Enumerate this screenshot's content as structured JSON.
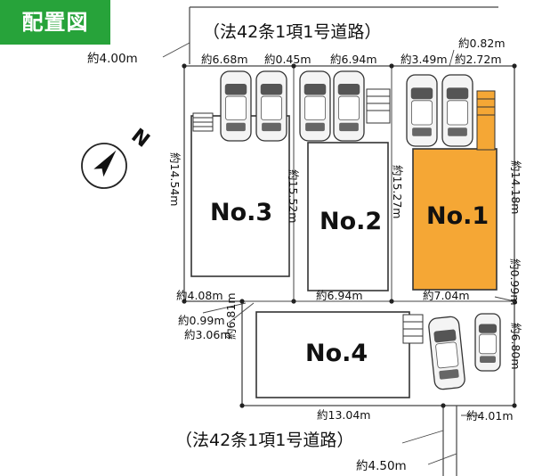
{
  "title": "配置図",
  "compass_label": "N",
  "roads": {
    "north": "（法42条1項1号道路）",
    "south": "（法42条1項1号道路）"
  },
  "lots": {
    "no1": "No.1",
    "no2": "No.2",
    "no3": "No.3",
    "no4": "No.4"
  },
  "colors": {
    "title_badge": "#27a33a",
    "highlight_lot": "#f5a735",
    "lot_border": "#333333",
    "outline": "#444444"
  },
  "dimensions": {
    "road_width_north": "約4.00m",
    "no3_top": "約6.68m",
    "gap_no3_no2": "約0.45m",
    "no2_top": "約6.94m",
    "no1_top": "約3.49m",
    "no1_top_small": "約0.82m",
    "no1_top_right": "約2.72m",
    "no3_side": "約14.54m",
    "no2_side": "約15.52m",
    "no1_left_side": "約15.27m",
    "no1_right_side": "約14.18m",
    "no3_bottom": "約4.08m",
    "no2_bottom": "約6.94m",
    "no1_bottom": "約7.04m",
    "right_jog": "約0.99m",
    "left_jog": "約0.99m",
    "left_jog_2": "約3.06m",
    "no4_left_side": "約6.81m",
    "no4_right_side": "約6.80m",
    "no4_bottom": "約13.04m",
    "south_right": "約4.01m",
    "road_width_south": "約4.50m"
  }
}
